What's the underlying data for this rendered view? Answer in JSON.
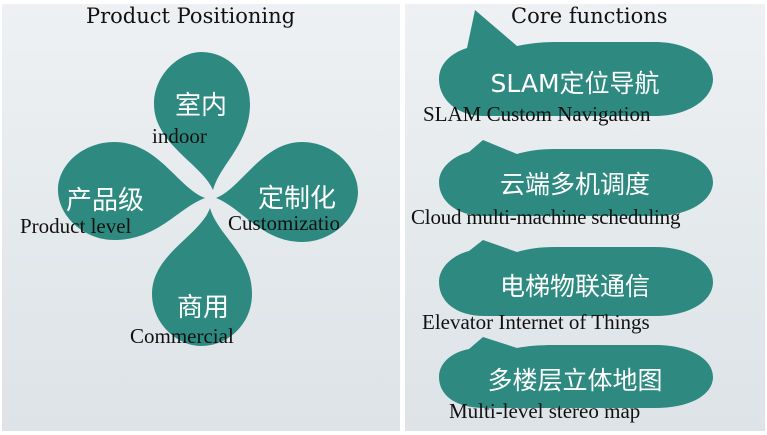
{
  "left": {
    "title": "Product Positioning",
    "petals": [
      {
        "cn": "室内",
        "en": "indoor"
      },
      {
        "cn": "产品级",
        "en": "Product level"
      },
      {
        "cn": "定制化",
        "en": "Customizatio"
      },
      {
        "cn": "商用",
        "en": "Commercial"
      }
    ]
  },
  "right": {
    "title": "Core functions",
    "items": [
      {
        "cn": "SLAM定位导航",
        "en": "SLAM Custom Navigation"
      },
      {
        "cn": "云端多机调度",
        "en": "Cloud multi-machine scheduling"
      },
      {
        "cn": "电梯物联通信",
        "en": "Elevator Internet of Things"
      },
      {
        "cn": "多楼层立体地图",
        "en": "Multi-level stereo map"
      }
    ]
  },
  "colors": {
    "accent": "#2e8a80"
  }
}
